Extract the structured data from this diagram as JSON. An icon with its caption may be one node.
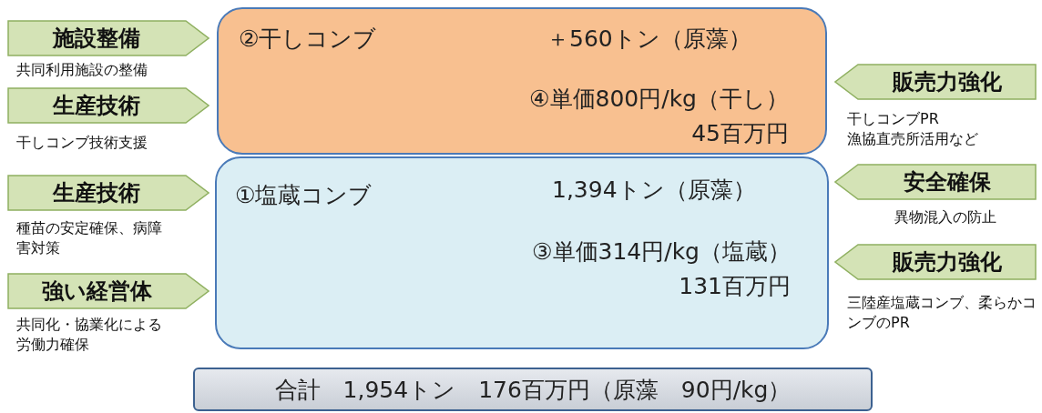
{
  "diagram": {
    "nodes": [
      {
        "text": [
          "②干しコンブ",
          "＋560トン（原藻）",
          "④単価800円/kg（干し）",
          "45百万円"
        ]
      },
      {
        "text": [
          "①塩蔵コンブ",
          "1,394トン（原藻）",
          "③単価314円/kg（塩蔵）",
          "131百万円"
        ]
      },
      {
        "text": [
          "合計　1,954トン　176百万円（原藻　90円/kg）"
        ]
      },
      {
        "text": [
          "施設整備"
        ],
        "beside": [
          "共同利用施設の整備"
        ]
      },
      {
        "text": [
          "生産技術"
        ],
        "beside": [
          "干しコンブ技術支援"
        ]
      },
      {
        "text": [
          "生産技術"
        ],
        "beside": [
          "種苗の安定確保、病障害対策"
        ]
      },
      {
        "text": [
          "強い経営体"
        ],
        "beside": [
          "共同化・協業化による労働力確保"
        ]
      },
      {
        "text": [
          "販売力強化"
        ],
        "beside": [
          "干しコンブPR",
          "漁協直売所活用など"
        ]
      },
      {
        "text": [
          "安全確保"
        ],
        "beside": [
          "異物混入の防止"
        ]
      },
      {
        "text": [
          "販売力強化"
        ],
        "beside": [
          "三陸産塩蔵コンブ、柔らかコンブのPR"
        ]
      }
    ]
  }
}
